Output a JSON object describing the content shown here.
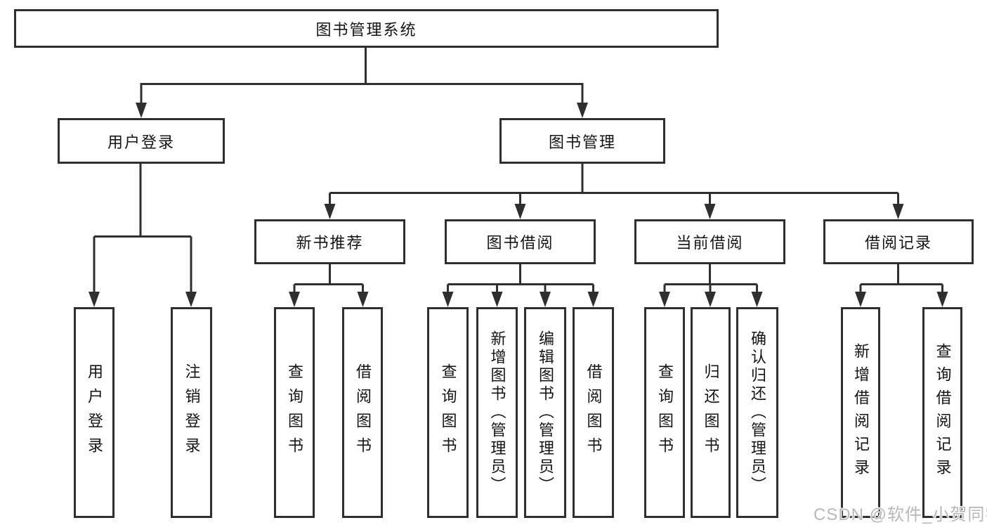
{
  "diagram": {
    "root": {
      "label": "图书管理系统"
    },
    "branches": [
      {
        "label": "用户登录",
        "children": [
          {
            "label": "用户登录"
          },
          {
            "label": "注销登录"
          }
        ]
      },
      {
        "label": "图书管理",
        "children": [
          {
            "label": "新书推荐",
            "children": [
              {
                "label": "查询图书"
              },
              {
                "label": "借阅图书"
              }
            ]
          },
          {
            "label": "图书借阅",
            "children": [
              {
                "label": "查询图书"
              },
              {
                "label": "新增图书（管理员）"
              },
              {
                "label": "编辑图书（管理员）"
              },
              {
                "label": "借阅图书"
              }
            ]
          },
          {
            "label": "当前借阅",
            "children": [
              {
                "label": "查询图书"
              },
              {
                "label": "归还图书"
              },
              {
                "label": "确认归还（管理员）"
              }
            ]
          },
          {
            "label": "借阅记录",
            "children": [
              {
                "label": "新增借阅记录"
              },
              {
                "label": "查询借阅记录"
              }
            ]
          }
        ]
      }
    ],
    "watermark": "CSDN @软件_小贺同学",
    "colors": {
      "line": "#2f2f2f",
      "box_border": "#2f2f2f",
      "box_fill": "#ffffff",
      "text": "#141414",
      "watermark": "#b8b8b8",
      "background": "#ffffff"
    }
  }
}
